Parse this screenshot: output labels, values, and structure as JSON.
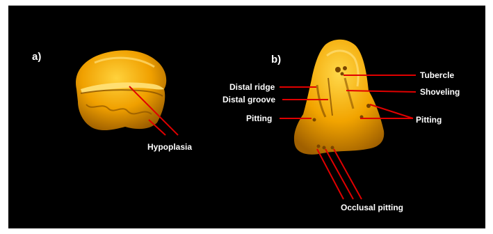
{
  "panels": {
    "a": "a)",
    "b": "b)"
  },
  "labels": {
    "hypoplasia": "Hypoplasia",
    "distal_ridge": "Distal ridge",
    "distal_groove": "Distal groove",
    "pitting_left": "Pitting",
    "tubercle": "Tubercle",
    "shoveling": "Shoveling",
    "pitting_right": "Pitting",
    "occlusal_pitting": "Occlusal pitting"
  },
  "colors": {
    "background": "#000000",
    "tooth": "#f2a800",
    "tooth_shadow": "#b06e00",
    "tooth_highlight": "#ffd24a",
    "leader_line": "#e00000",
    "text": "#ffffff"
  }
}
